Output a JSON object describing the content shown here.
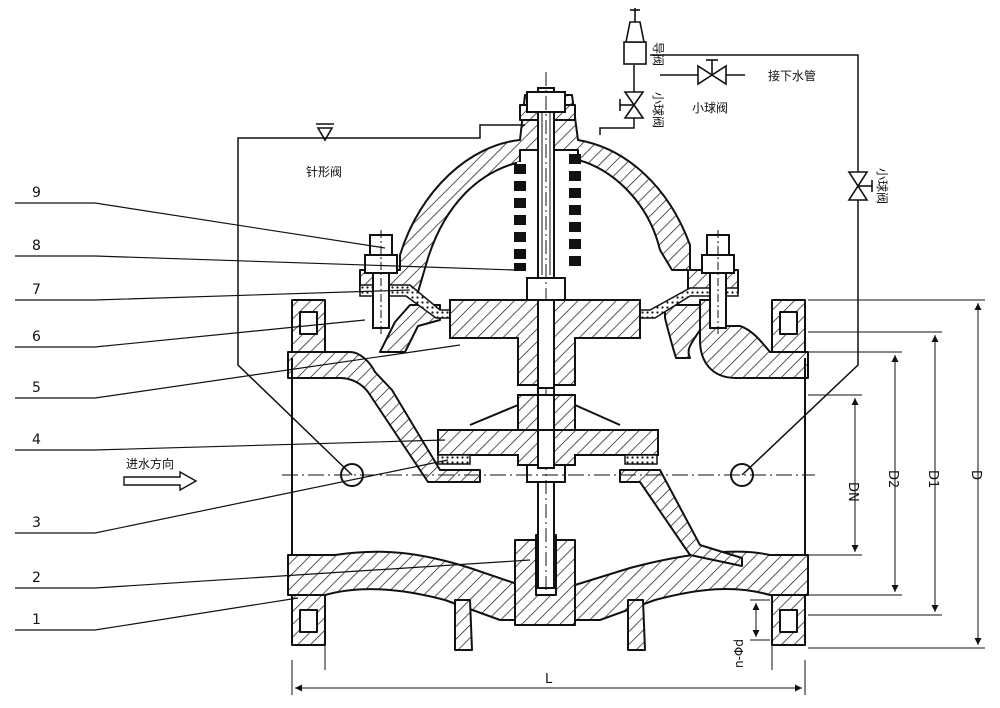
{
  "part_numbers": [
    "1",
    "2",
    "3",
    "4",
    "5",
    "6",
    "7",
    "8",
    "9"
  ],
  "labels": {
    "needle_valve": "针形阀",
    "pilot_valve": "导阀",
    "small_ball_valve_h": "小球阀",
    "small_ball_valve_v1": "小球阀",
    "small_ball_valve_v2": "小球阀",
    "drain_pipe": "接下水管",
    "inflow_direction": "进水方向"
  },
  "dimensions": {
    "dn": "DN",
    "d2": "D2",
    "d1": "D1",
    "d": "D",
    "l": "L",
    "bolt_holes": "n-Φd"
  },
  "colors": {
    "line": "#111111",
    "background": "#ffffff"
  }
}
